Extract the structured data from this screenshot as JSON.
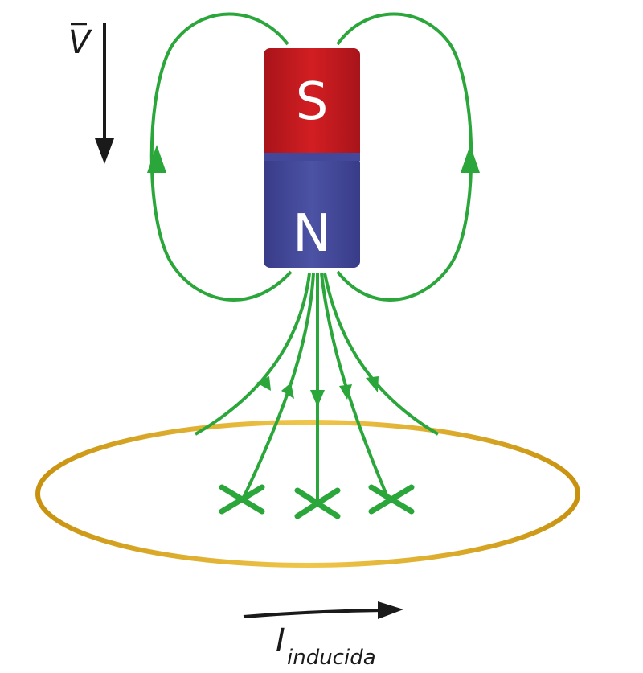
{
  "magnet": {
    "top_pole": "S",
    "bottom_pole": "N",
    "top_color": "#c8181c",
    "bottom_color": "#43489a"
  },
  "labels": {
    "velocity": "V",
    "current_main": "I",
    "current_sub": "inducida"
  },
  "colors": {
    "field_lines": "#2aa63a",
    "ring": "#d8a21a",
    "arrows": "#1a1a1a"
  }
}
